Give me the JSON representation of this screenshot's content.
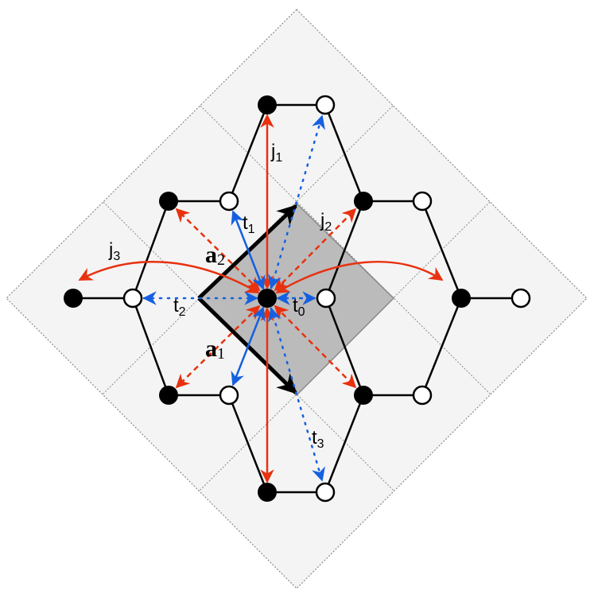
{
  "diagram": {
    "type": "honeycomb-lattice-hopping-diagram",
    "colors": {
      "background": "#ffffff",
      "diamond_fill": "#f4f4f4",
      "grid_line": "#8a8a8a",
      "unit_cell_fill": "#bbbbbb",
      "unit_cell_edge": "#888888",
      "bond": "#000000",
      "node_a_fill": "#000000",
      "node_b_fill": "#ffffff",
      "exchange_arrow": "#e8310f",
      "hopping_arrow": "#1560e0",
      "lattice_vector": "#000000"
    },
    "labels": {
      "j1": {
        "main": "j",
        "sub": "1"
      },
      "j2": {
        "main": "j",
        "sub": "2"
      },
      "j3": {
        "main": "j",
        "sub": "3"
      },
      "t0": {
        "main": "t",
        "sub": "0"
      },
      "t1": {
        "main": "t",
        "sub": "1"
      },
      "t2": {
        "main": "t",
        "sub": "2"
      },
      "t3": {
        "main": "t",
        "sub": "3"
      },
      "a1": {
        "main": "a",
        "sub": "1"
      },
      "a2": {
        "main": "a",
        "sub": "2"
      }
    },
    "legend_semantics": {
      "black_nodes": "sublattice A sites",
      "white_nodes": "sublattice B sites",
      "red_arrows": "exchange couplings j1, j2, j3",
      "blue_arrows": "hopping terms t0, t1, t2, t3",
      "black_thick_arrows": "lattice vectors a1, a2",
      "gray_square": "unit cell"
    }
  }
}
